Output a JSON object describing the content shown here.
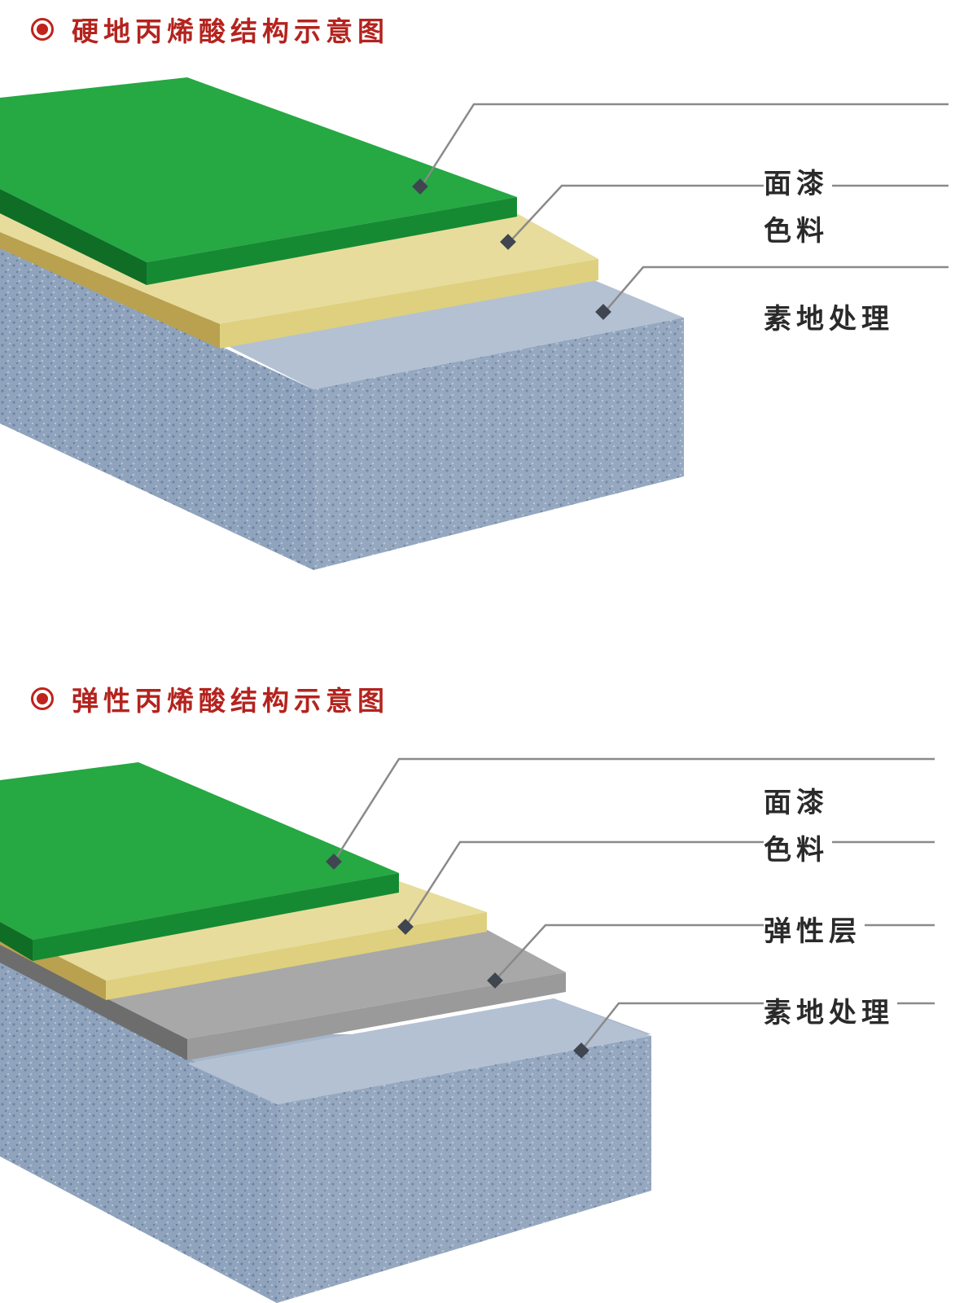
{
  "colors": {
    "heading": "#b4231e",
    "topcoat": "#1f9a3b",
    "color_layer": "#e9dc9b",
    "elastic_layer": "#9b9b9b",
    "substrate": "#8ea2bc",
    "leader": "#8a8a8a"
  },
  "diagrams": [
    {
      "title": "硬地丙烯酸结构示意图",
      "labels": {
        "topcoat": "面漆",
        "color": "色料",
        "substrate": "素地处理"
      }
    },
    {
      "title": "弹性丙烯酸结构示意图",
      "labels": {
        "topcoat": "面漆",
        "color": "色料",
        "elastic": "弹性层",
        "substrate": "素地处理"
      }
    }
  ]
}
